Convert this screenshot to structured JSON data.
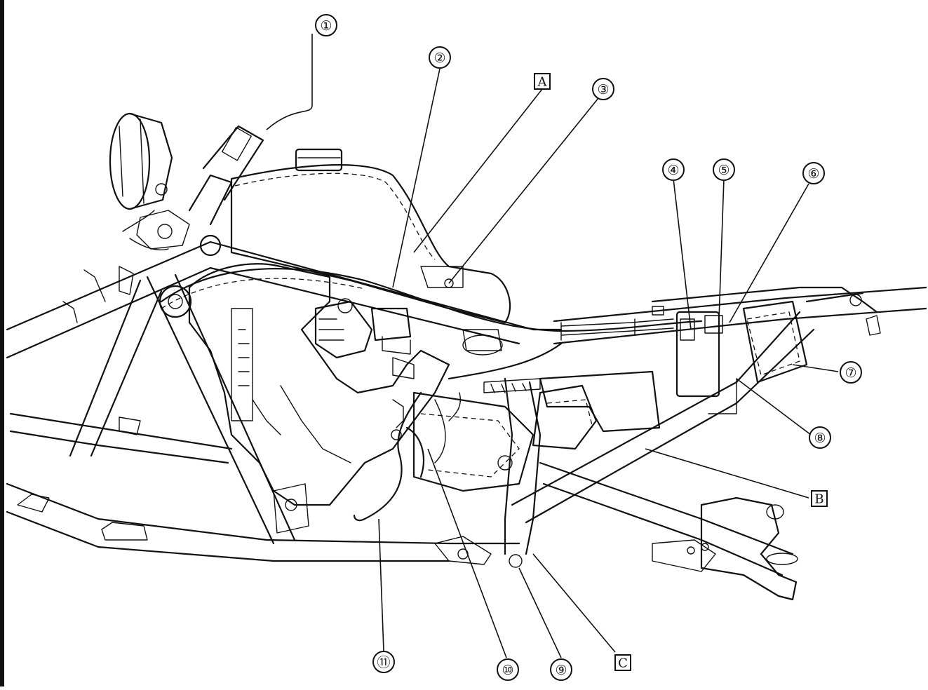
{
  "figure": {
    "callouts": [
      {
        "id": "c1",
        "label": "①"
      },
      {
        "id": "c2",
        "label": "②"
      },
      {
        "id": "c3",
        "label": "③"
      },
      {
        "id": "c4",
        "label": "④"
      },
      {
        "id": "c5",
        "label": "⑤"
      },
      {
        "id": "c6",
        "label": "⑥"
      },
      {
        "id": "c7",
        "label": "⑦"
      },
      {
        "id": "c8",
        "label": "⑧"
      },
      {
        "id": "c9",
        "label": "⑨"
      },
      {
        "id": "c10",
        "label": "⑩"
      },
      {
        "id": "c11",
        "label": "⑪"
      }
    ],
    "boxed_labels": [
      {
        "id": "bA",
        "label": "A"
      },
      {
        "id": "bB",
        "label": "B"
      },
      {
        "id": "bC",
        "label": "C"
      }
    ]
  }
}
